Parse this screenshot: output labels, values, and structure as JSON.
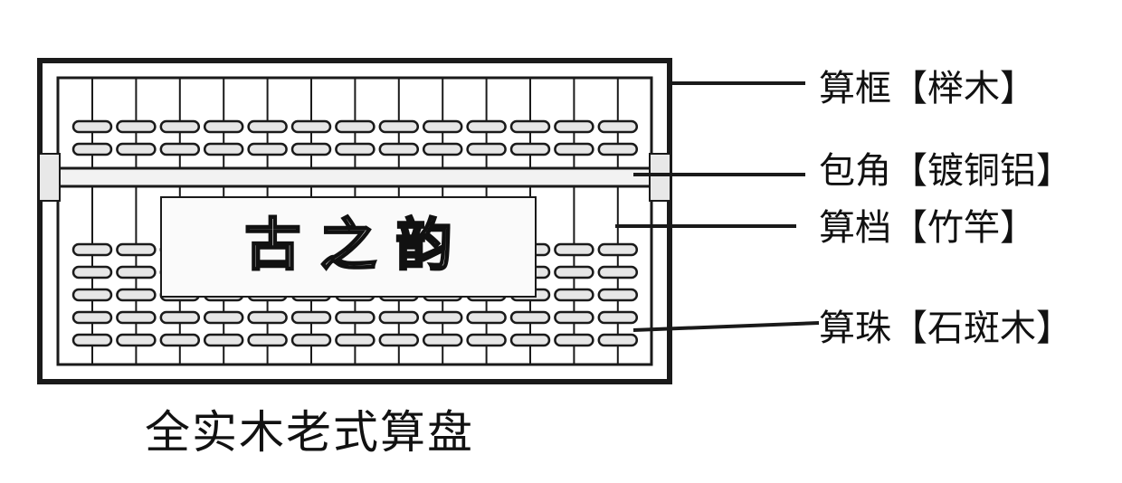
{
  "caption": "全实木老式算盘",
  "plaque_text": "古 之 韵",
  "callouts": [
    {
      "key": "frame",
      "part": "算框",
      "material": "榉木",
      "text": "算框【榉木】"
    },
    {
      "key": "corner",
      "part": "包角",
      "material": "镀铜铝",
      "text": "包角【镀铜铝】"
    },
    {
      "key": "rod",
      "part": "算档",
      "material": "竹竿",
      "text": "算档【竹竿】"
    },
    {
      "key": "bead",
      "part": "算珠",
      "material": "石斑木",
      "text": "算珠【石斑木】"
    }
  ],
  "abacus": {
    "rods": 13,
    "upper_beads_per_rod": 2,
    "lower_beads_per_rod": 5
  },
  "colors": {
    "line": "#1a1a1a",
    "frame_fill": "#f2f2f2",
    "bead_fill": "#e6e6e6",
    "plaque_fill": "#fafafa"
  }
}
